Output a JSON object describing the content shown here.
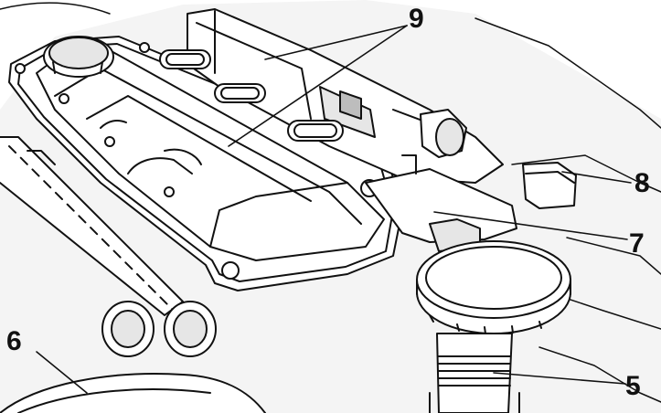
{
  "callouts": [
    {
      "id": "9",
      "label": "9"
    },
    {
      "id": "8",
      "label": "8"
    },
    {
      "id": "7",
      "label": "7"
    },
    {
      "id": "6",
      "label": "6"
    },
    {
      "id": "5",
      "label": "5"
    }
  ],
  "colors": {
    "ink": "#111111",
    "paper": "#ffffff",
    "shade": "#e6e6e6",
    "dark_shade": "#bdbdbd"
  }
}
